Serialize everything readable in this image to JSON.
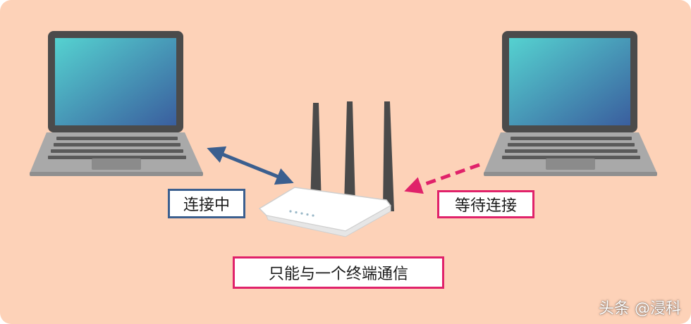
{
  "labels": {
    "connecting": "连接中",
    "waiting": "等待连接",
    "only_one_terminal": "只能与一个终端通信"
  },
  "watermark": "头条 @浸科",
  "colors": {
    "background": "#fdd2b8",
    "connected_arrow": "#3b5f8f",
    "waiting_arrow": "#e0226a",
    "antenna": "#4a4a4a",
    "router_body": "#ffffff"
  },
  "icons": {
    "left_device": "laptop-icon",
    "right_device": "laptop-icon",
    "router": "wifi-router-icon"
  }
}
